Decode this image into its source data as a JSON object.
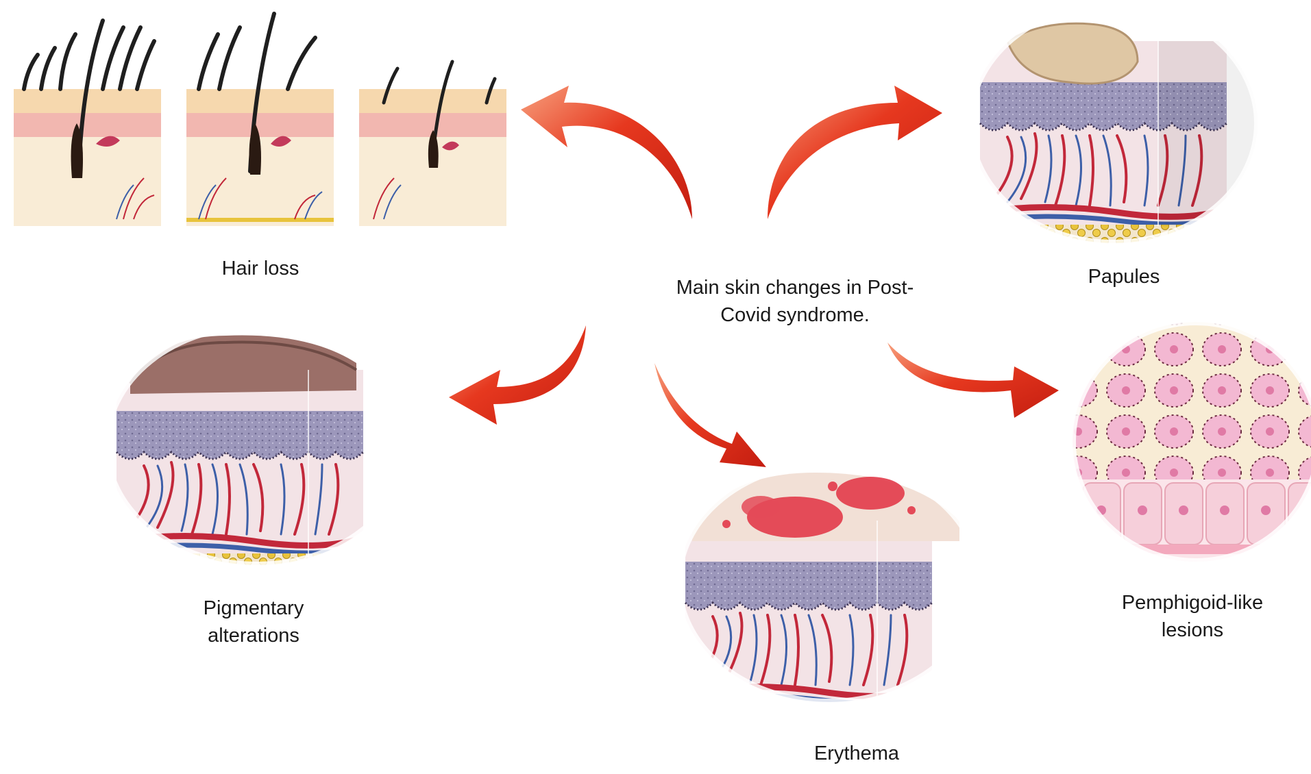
{
  "center": {
    "line1": "Main skin changes in Post-",
    "line2": "Covid syndrome."
  },
  "labels": {
    "hair_loss": "Hair loss",
    "papules": "Papules",
    "pigmentary_line1": "Pigmentary",
    "pigmentary_line2": "alterations",
    "erythema": "Erythema",
    "pemphigoid_line1": "Pemphigoid-like",
    "pemphigoid_line2": "lesions"
  },
  "colors": {
    "arrow": "#e0321b",
    "arrow_light": "#f47a55",
    "epidermis": "#9a95b8",
    "dermis": "#f1e3e6",
    "vessel_red": "#c2283a",
    "vessel_blue": "#3d5fa8",
    "fat": "#e8c33c",
    "skin_tan": "#f6dbb4",
    "skin_pink": "#f2b7b0"
  }
}
